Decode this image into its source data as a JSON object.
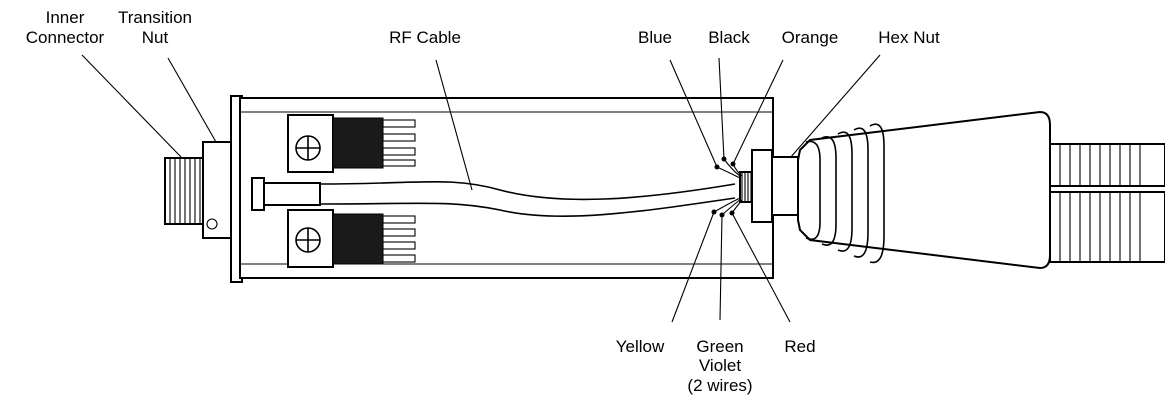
{
  "labels": {
    "inner_connector": [
      "Inner",
      "Connector"
    ],
    "transition_nut": [
      "Transition",
      "Nut"
    ],
    "rf_cable": "RF Cable",
    "blue": "Blue",
    "black": "Black",
    "orange": "Orange",
    "hex_nut": "Hex Nut",
    "yellow": "Yellow",
    "green_violet": [
      "Green",
      "Violet",
      "(2 wires)"
    ],
    "red": "Red"
  }
}
